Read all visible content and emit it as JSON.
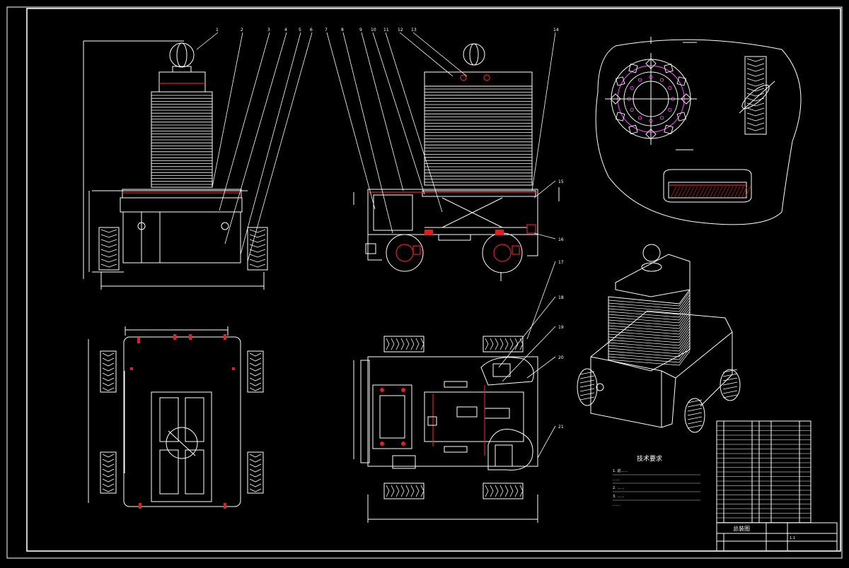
{
  "drawing": {
    "background": "#000000",
    "line_color": "#ffffff",
    "accent_red": "#e02020",
    "accent_magenta": "#e040e0"
  },
  "balloons": [
    "1",
    "2",
    "3",
    "4",
    "5",
    "6",
    "7",
    "8",
    "9",
    "10",
    "11",
    "12",
    "13",
    "14",
    "15",
    "16",
    "17",
    "18",
    "19",
    "20",
    "21"
  ],
  "tech_notes": {
    "title": "技术要求",
    "lines": [
      "1. 进……",
      "……",
      "2. ……",
      "3. ……",
      "……"
    ]
  },
  "title_block": {
    "drawing_name": "总装图",
    "scale": "1:1"
  }
}
